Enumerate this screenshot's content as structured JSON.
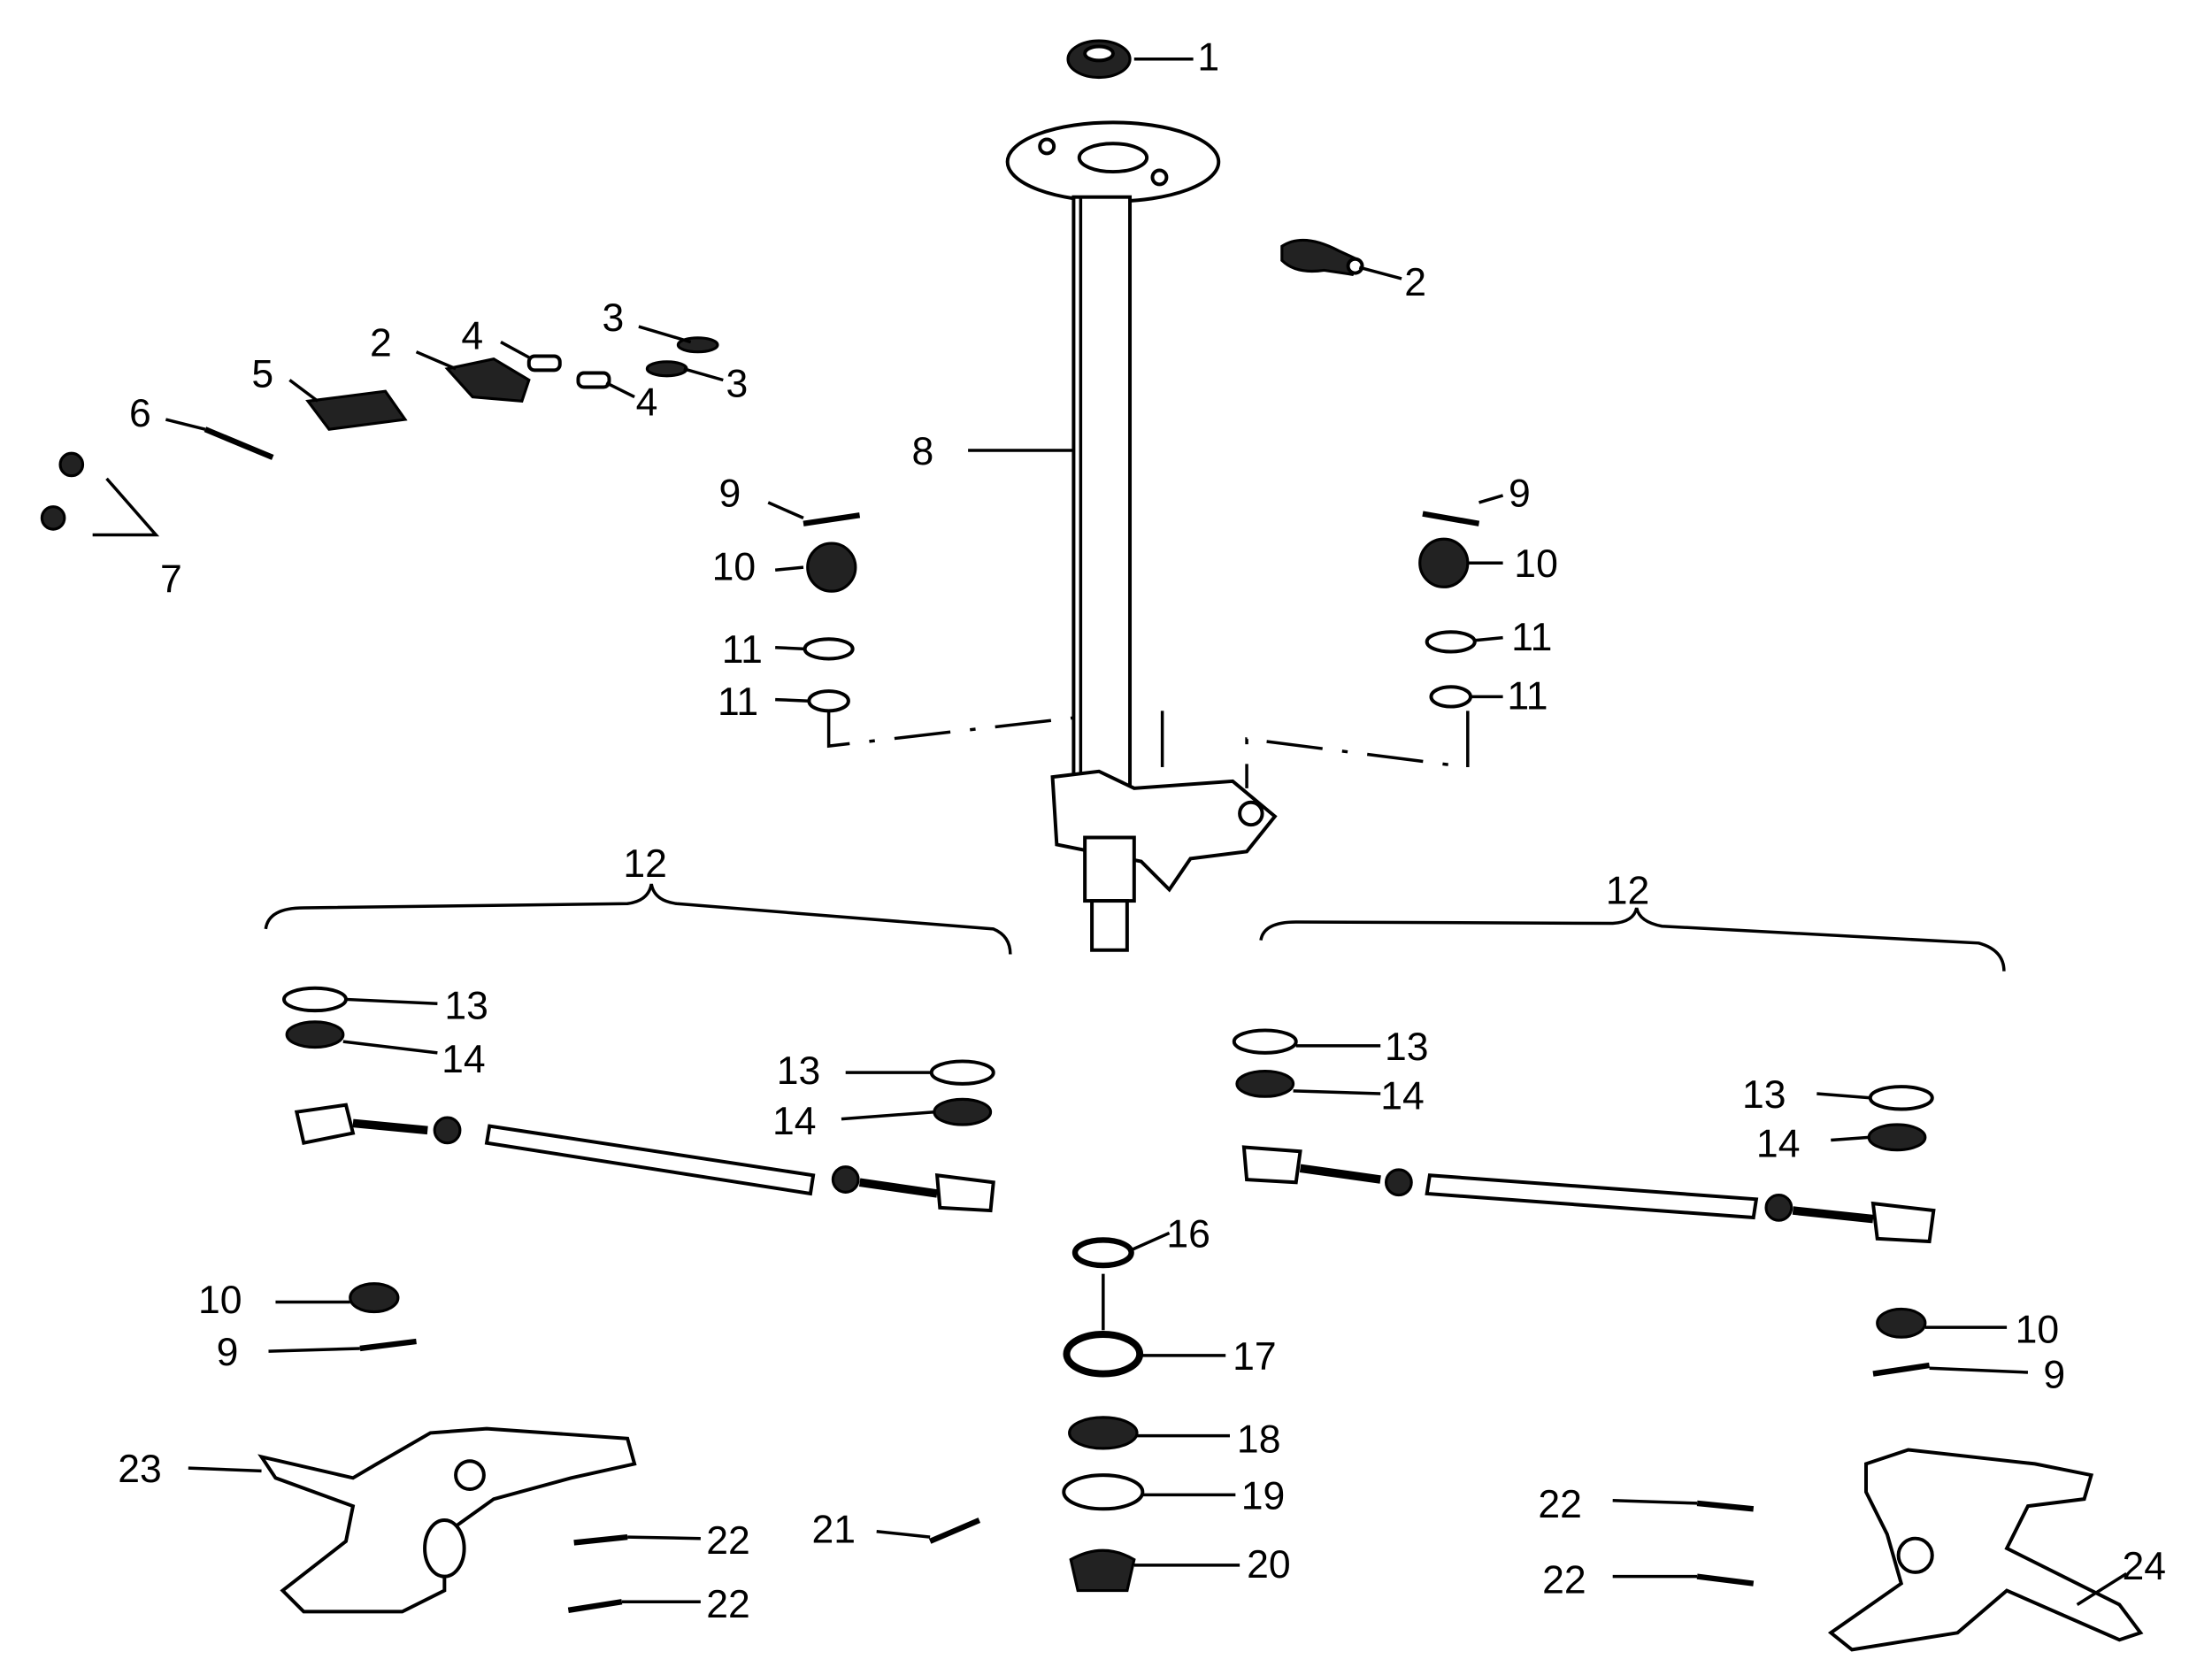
{
  "title": "Steering column exploded parts diagram",
  "labels": [
    "1",
    "2",
    "3",
    "3",
    "2",
    "4",
    "4",
    "5",
    "6",
    "7",
    "8",
    "9",
    "10",
    "11",
    "11",
    "9",
    "10",
    "11",
    "11",
    "12",
    "12",
    "13",
    "14",
    "13",
    "14",
    "13",
    "14",
    "13",
    "14",
    "16",
    "17",
    "18",
    "19",
    "20",
    "21",
    "22",
    "22",
    "10",
    "9",
    "23",
    "10",
    "9",
    "22",
    "22",
    "24"
  ]
}
